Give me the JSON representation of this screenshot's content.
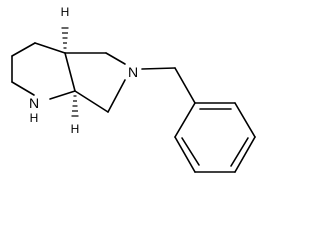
{
  "molecule": {
    "atoms": {
      "nh": {
        "symbol": "N",
        "hydrogen": "H"
      },
      "n_ring": {
        "symbol": "N"
      },
      "stereo_top": {
        "symbol": "H"
      },
      "stereo_bottom": {
        "symbol": "H"
      }
    },
    "colors": {
      "bond": "#000000",
      "background": "#ffffff"
    }
  }
}
